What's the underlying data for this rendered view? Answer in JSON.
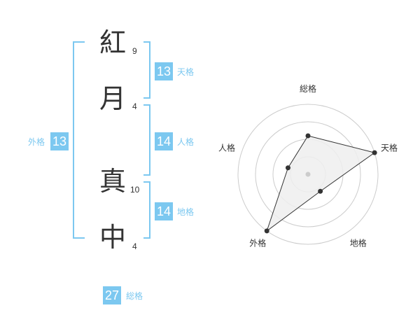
{
  "name": {
    "chars": [
      {
        "char": "紅",
        "strokes": "9"
      },
      {
        "char": "月",
        "strokes": "4"
      },
      {
        "char": "真",
        "strokes": "10"
      },
      {
        "char": "中",
        "strokes": "4"
      }
    ]
  },
  "kakusu": {
    "tenkaku": {
      "value": "13",
      "label": "天格"
    },
    "jinkaku": {
      "value": "14",
      "label": "人格"
    },
    "chikaku": {
      "value": "14",
      "label": "地格"
    },
    "gaikaku": {
      "value": "13",
      "label": "外格"
    },
    "soukaku": {
      "value": "27",
      "label": "総格"
    }
  },
  "colors": {
    "accent": "#7cc8f0",
    "text": "#333333",
    "radar_fill": "#eeeeee",
    "ring": "#cccccc"
  },
  "chart_data": {
    "type": "radar",
    "axes": [
      "総格",
      "天格",
      "地格",
      "外格",
      "人格"
    ],
    "values": [
      0.55,
      1.0,
      0.3,
      1.0,
      0.3
    ],
    "rings": 4
  }
}
